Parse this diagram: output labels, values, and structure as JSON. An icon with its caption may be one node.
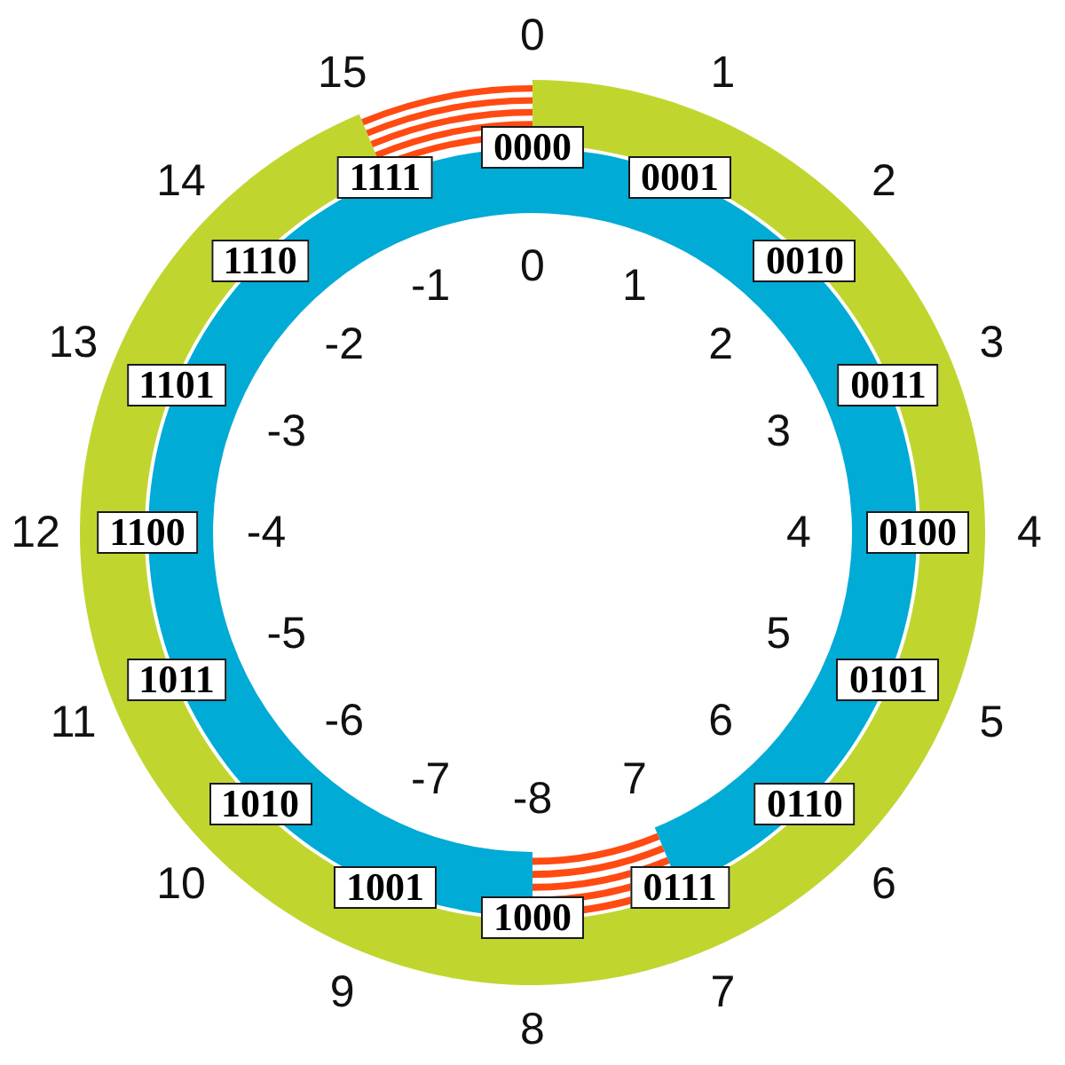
{
  "diagram": {
    "nodes": [
      {
        "text": [
          "0000"
        ]
      },
      {
        "text": [
          "0001"
        ]
      },
      {
        "text": [
          "0010"
        ]
      },
      {
        "text": [
          "0011"
        ]
      },
      {
        "text": [
          "0100"
        ]
      },
      {
        "text": [
          "0101"
        ]
      },
      {
        "text": [
          "0110"
        ]
      },
      {
        "text": [
          "0111"
        ]
      },
      {
        "text": [
          "1000"
        ]
      },
      {
        "text": [
          "1001"
        ]
      },
      {
        "text": [
          "1010"
        ]
      },
      {
        "text": [
          "1011"
        ]
      },
      {
        "text": [
          "1100"
        ]
      },
      {
        "text": [
          "1101"
        ]
      },
      {
        "text": [
          "1110"
        ]
      },
      {
        "text": [
          "1111"
        ]
      }
    ],
    "labels": [
      "0",
      "1",
      "2",
      "3",
      "4",
      "5",
      "6",
      "7",
      "8",
      "9",
      "10",
      "11",
      "12",
      "13",
      "14",
      "15",
      "0",
      "1",
      "2",
      "3",
      "4",
      "5",
      "6",
      "7",
      "-8",
      "-7",
      "-6",
      "-5",
      "-4",
      "-3",
      "-2",
      "-1"
    ]
  }
}
